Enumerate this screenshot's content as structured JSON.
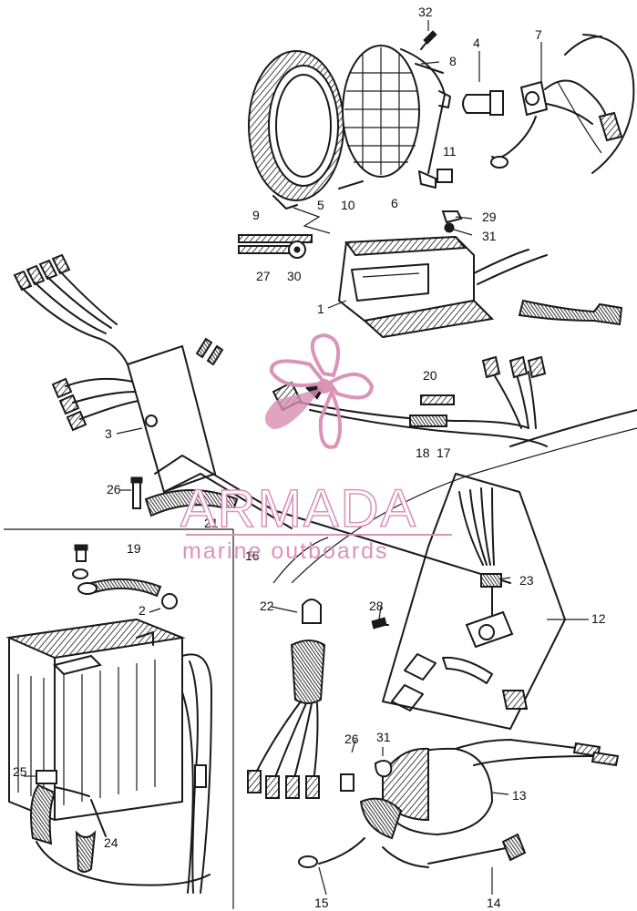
{
  "watermark": {
    "brand": "ARMADA",
    "tagline": "marine outboards",
    "color": "#d98fb4"
  },
  "callouts": [
    "1",
    "2",
    "3",
    "4",
    "5",
    "6",
    "7",
    "8",
    "9",
    "10",
    "11",
    "12",
    "13",
    "14",
    "15",
    "16",
    "17",
    "18",
    "19",
    "20",
    "21",
    "22",
    "23",
    "24",
    "25",
    "26",
    "26",
    "27",
    "28",
    "29",
    "30",
    "31",
    "31",
    "32"
  ]
}
